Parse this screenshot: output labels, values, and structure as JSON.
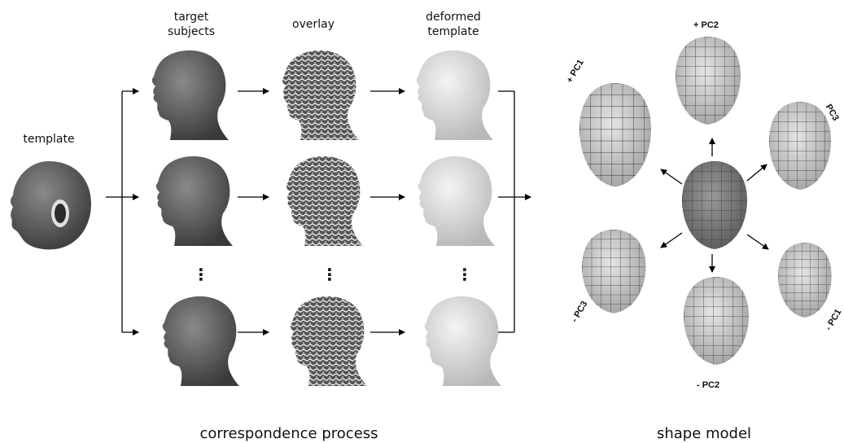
{
  "labels": {
    "template": "template",
    "target_subjects": "target\nsubjects",
    "overlay": "overlay",
    "deformed_template": "deformed\ntemplate"
  },
  "pc_labels": {
    "plus_pc1": "+ PC1",
    "plus_pc2": "+ PC2",
    "plus_pc3": "PC3",
    "minus_pc1": "- PC1",
    "minus_pc2": "- PC2",
    "minus_pc3": "- PC3"
  },
  "ellipsis": "⋮",
  "captions": {
    "left": "correspondence process",
    "right": "shape model"
  },
  "colors": {
    "head_dark": "#4a4a4a",
    "head_light": "#d8d8d8",
    "mesh_face": "#cfcfcf",
    "mesh_line": "#333333"
  }
}
